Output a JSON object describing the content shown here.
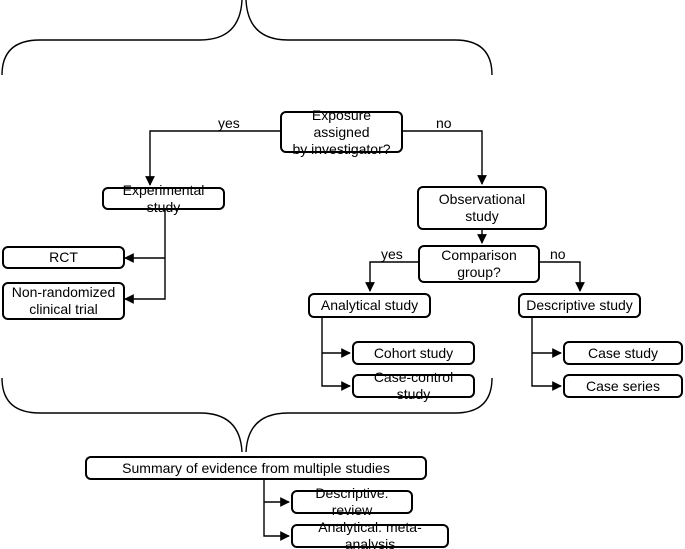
{
  "nodes": {
    "exposure": "Exposure assigned\nby investigator?",
    "experimental": "Experimental study",
    "observational": "Observational\nstudy",
    "rct": "RCT",
    "nonrandomized": "Non-randomized\nclinical trial",
    "comparison": "Comparison\ngroup?",
    "analytical": "Analytical study",
    "descriptive": "Descriptive study",
    "cohort": "Cohort study",
    "casecontrol": "Case-control study",
    "casestudy": "Case study",
    "caseseries": "Case series",
    "summary": "Summary of evidence from multiple studies",
    "review": "Descriptive: review",
    "metaanalysis": "Analytical: meta-analysis"
  },
  "edge_labels": {
    "exposure_yes": "yes",
    "exposure_no": "no",
    "comparison_yes": "yes",
    "comparison_no": "no"
  },
  "colors": {
    "line": "#000000",
    "text": "#000000",
    "background": "#ffffff"
  }
}
